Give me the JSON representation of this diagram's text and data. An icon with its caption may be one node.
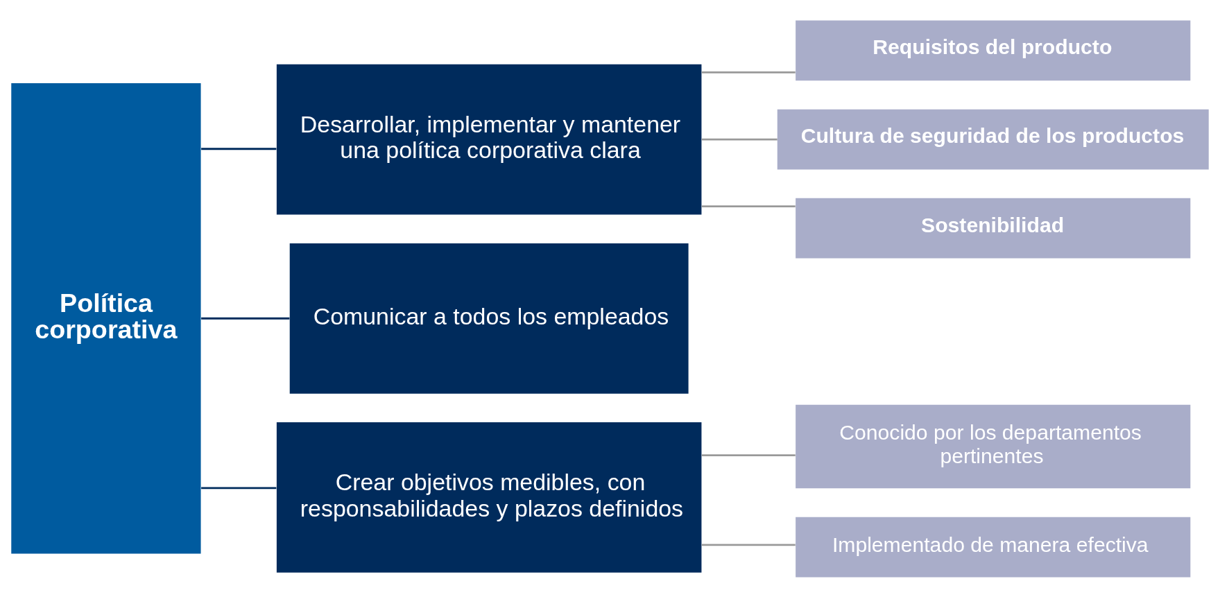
{
  "diagram": {
    "nodes": [
      {
        "text": [
          "Política corporativa"
        ]
      },
      {
        "text": [
          "Desarrollar, implementar y mantener una política corporativa clara"
        ]
      },
      {
        "text": [
          "Comunicar a todos los empleados"
        ]
      },
      {
        "text": [
          "Crear objetivos medibles, con responsabilidades y plazos definidos"
        ]
      },
      {
        "text": [
          "Requisitos del producto"
        ]
      },
      {
        "text": [
          "Cultura de seguridad de los productos"
        ]
      },
      {
        "text": [
          "Sostenibilidad"
        ]
      },
      {
        "text": [
          "Conocido por los departamentos pertinentes"
        ]
      },
      {
        "text": [
          "Implementado de manera efectiva"
        ]
      }
    ],
    "edges": [
      {
        "from": 0,
        "to": 1,
        "arrow": "none",
        "color": "#002b5c"
      },
      {
        "from": 0,
        "to": 2,
        "arrow": "none",
        "color": "#002b5c"
      },
      {
        "from": 0,
        "to": 3,
        "arrow": "none",
        "color": "#002b5c"
      },
      {
        "from": 1,
        "to": 4,
        "arrow": "none"
      },
      {
        "from": 1,
        "to": 5,
        "arrow": "none"
      },
      {
        "from": 1,
        "to": 6,
        "arrow": "none"
      },
      {
        "from": 3,
        "to": 7,
        "arrow": "none"
      },
      {
        "from": 3,
        "to": 8,
        "arrow": "none"
      }
    ]
  }
}
